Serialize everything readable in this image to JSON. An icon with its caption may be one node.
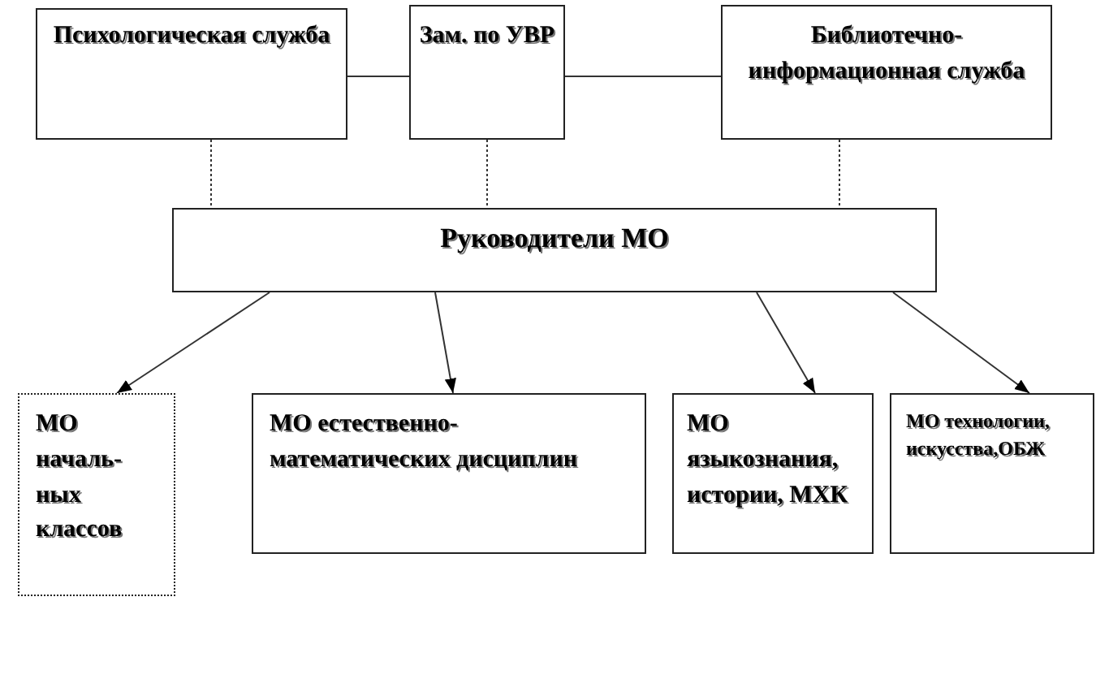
{
  "diagram": {
    "nodes": [
      {
        "text": [
          "Психологическая служба"
        ]
      },
      {
        "text": [
          "Зам. по УВР"
        ]
      },
      {
        "text": [
          "Библиотечно-информационная служба"
        ]
      },
      {
        "text": [
          "Руководители МО"
        ]
      },
      {
        "text": [
          "МО началь-ных классов"
        ]
      },
      {
        "text": [
          "МО естественно-математических дисциплин"
        ]
      },
      {
        "text": [
          "МО языкознания, истории, МХК"
        ]
      },
      {
        "text": [
          "МО технологии, искусства,ОБЖ"
        ]
      }
    ],
    "edges": [
      {
        "from": 0,
        "to": 1,
        "arrow": "none"
      },
      {
        "from": 1,
        "to": 2,
        "arrow": "none"
      },
      {
        "from": 0,
        "to": 3,
        "arrow": "none",
        "style": "dashed"
      },
      {
        "from": 1,
        "to": 3,
        "arrow": "none",
        "style": "dashed"
      },
      {
        "from": 2,
        "to": 3,
        "arrow": "none",
        "style": "dashed"
      },
      {
        "from": 3,
        "to": 4,
        "arrow": "to"
      },
      {
        "from": 3,
        "to": 5,
        "arrow": "to"
      },
      {
        "from": 3,
        "to": 6,
        "arrow": "to"
      },
      {
        "from": 3,
        "to": 7,
        "arrow": "to"
      }
    ]
  }
}
